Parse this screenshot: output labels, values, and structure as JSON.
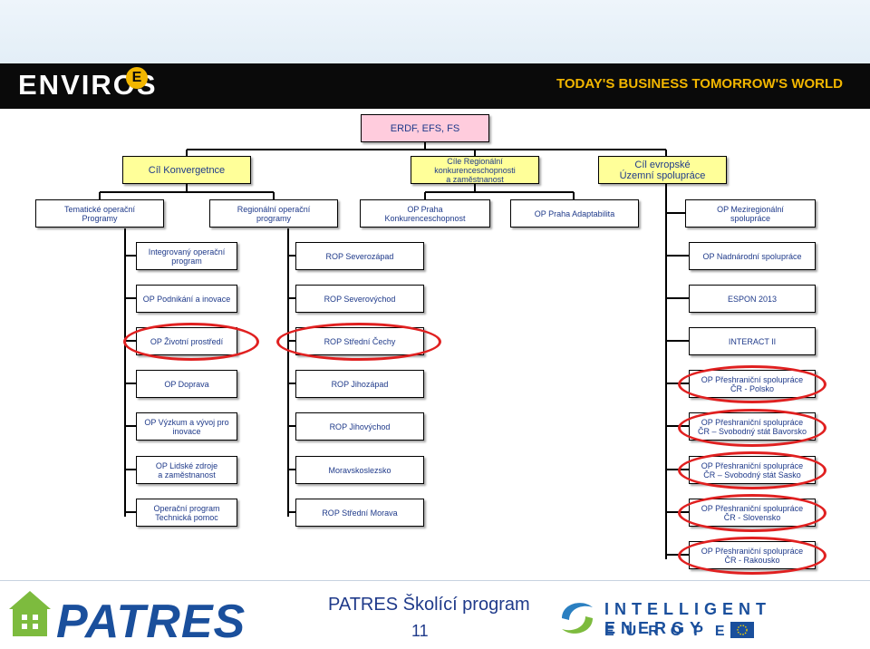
{
  "header": {
    "brand": "ENVIROS",
    "brand_badge": "E",
    "tagline": "TODAY'S BUSINESS TOMORROW'S WORLD"
  },
  "diagram": {
    "root": "ERDF, EFS, FS",
    "goals": {
      "convergence": "Cíl Konvergetnce",
      "competitiveness": "Cíle Regionální\nkonkurenceschopnosti\na zaměstnanost",
      "territorial": "Cíl evropské\nÚzemní spolupráce"
    },
    "level2": {
      "thematic": "Tematické operační\nProgramy",
      "regional": "Regionální operační\nprogramy",
      "prague_comp": "OP Praha\nKonkurenceschopnost",
      "prague_adapt": "OP Praha Adaptabilita",
      "interregional": "OP Meziregionální\nspolupráce"
    },
    "thematic_column": [
      "Integrovaný operační\nprogram",
      "OP Podnikání a inovace",
      "OP Životní prostředí",
      "OP Doprava",
      "OP Výzkum a vývoj pro\ninovace",
      "OP Lidské zdroje\na zaměstnanost",
      "Operační program\nTechnická pomoc"
    ],
    "regional_column": [
      "ROP Severozápad",
      "ROP Severovýchod",
      "ROP Střední Čechy",
      "ROP Jihozápad",
      "ROP Jihovýchod",
      "Moravskoslezsko",
      "ROP Střední Morava"
    ],
    "territorial_column": [
      "OP Nadnárodní spolupráce",
      "ESPON 2013",
      "INTERACT II",
      "OP Přeshraniční spolupráce\nČR - Polsko",
      "OP Přeshraniční spolupráce\nČR – Svobodný stát Bavorsko",
      "OP Přeshraniční spolupráce\nČR – Svobodný stát Sasko",
      "OP Přeshraniční spolupráce\nČR - Slovensko",
      "OP Přeshraniční spolupráce\nČR - Rakousko"
    ]
  },
  "colors": {
    "root_fill": "#ffccdd",
    "goal_fill": "#ffff99",
    "highlight_ring": "#e02020",
    "text": "#1f3a8a"
  },
  "footer": {
    "logo_left": "PATRES",
    "title": "PATRES Školící program",
    "page_number": "11",
    "logo_right_line1": "INTELLIGENT ENERGY",
    "logo_right_line2": "EUROPE"
  }
}
